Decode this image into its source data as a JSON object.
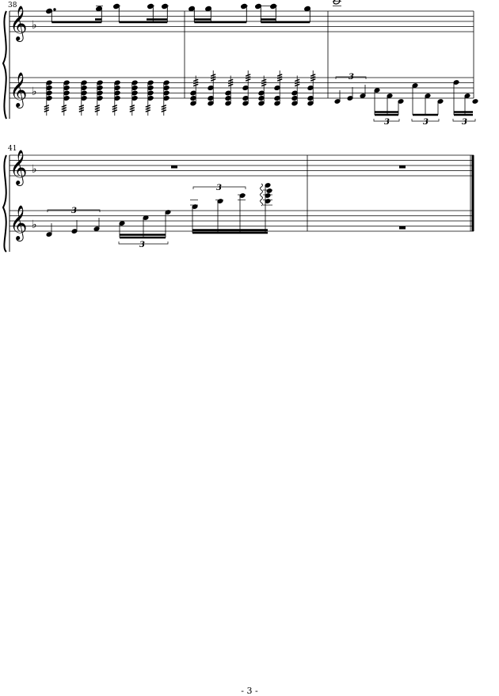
{
  "page": {
    "number_label": "- 3 -"
  },
  "systems": [
    {
      "measure_start": "38"
    },
    {
      "measure_start": "41"
    }
  ],
  "tuplets": [
    "3",
    "3",
    "3",
    "3",
    "3",
    "3",
    "3"
  ],
  "notation": {
    "treble_clef_glyph": "𝄞",
    "key_flat_glyph": "♭",
    "accent": "#000000",
    "ink": "#000000"
  }
}
